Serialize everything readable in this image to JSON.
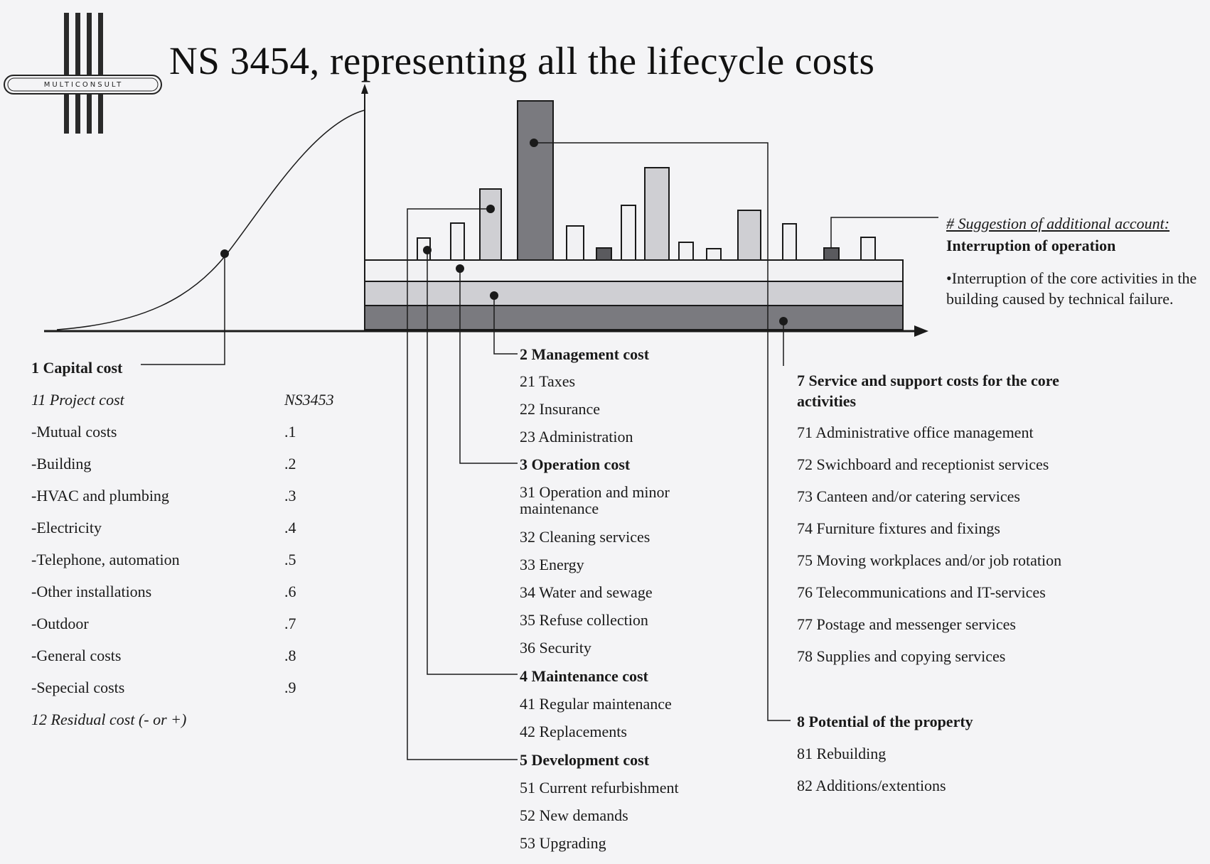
{
  "logo": {
    "text": "MULTICONSULT"
  },
  "title": "NS 3454, representing all the lifecycle costs",
  "colors": {
    "line": "#1a1a1a",
    "bar_light": "#f1f1f3",
    "bar_mid": "#cfcfd3",
    "bar_dark": "#7a7a7f",
    "bar_darker": "#5a5a5e",
    "background": "#f4f4f6"
  },
  "capital": {
    "heading": "1 Capital cost",
    "sub_heading": "11 Project cost",
    "ref_heading": "NS3453",
    "items": [
      {
        "label": "-Mutual costs",
        "code": ".1"
      },
      {
        "label": "-Building",
        "code": ".2"
      },
      {
        "label": "-HVAC and plumbing",
        "code": ".3"
      },
      {
        "label": "-Electricity",
        "code": ".4"
      },
      {
        "label": "-Telephone, automation",
        "code": ".5"
      },
      {
        "label": "-Other installations",
        "code": ".6"
      },
      {
        "label": "-Outdoor",
        "code": ".7"
      },
      {
        "label": "-General costs",
        "code": ".8"
      },
      {
        "label": "-Sepecial costs",
        "code": ".9"
      }
    ],
    "residual": "12 Residual cost (- or +)"
  },
  "middle": {
    "management": {
      "heading": "2 Management cost",
      "items": [
        "21 Taxes",
        "22 Insurance",
        "23 Administration"
      ]
    },
    "operation": {
      "heading": "3 Operation cost",
      "items": [
        "31 Operation and minor maintenance",
        "32 Cleaning services",
        "33 Energy",
        "34 Water and sewage",
        "35 Refuse collection",
        "36 Security"
      ]
    },
    "maintenance": {
      "heading": "4 Maintenance cost",
      "items": [
        "41 Regular maintenance",
        "42 Replacements"
      ]
    },
    "development": {
      "heading": "5 Development cost",
      "items": [
        "51 Current refurbishment",
        "52 New demands",
        "53 Upgrading"
      ]
    }
  },
  "right": {
    "service": {
      "heading": "7 Service and support costs for the core activities",
      "items": [
        "71 Administrative office management",
        "72 Swichboard and receptionist services",
        "73 Canteen and/or catering services",
        "74 Furniture fixtures and fixings",
        "75 Moving workplaces and/or job rotation",
        "76 Telecommunications and IT-services",
        "77 Postage and messenger services",
        "78 Supplies and copying services"
      ]
    },
    "potential": {
      "heading": "8 Potential of the property",
      "items": [
        "81 Rebuilding",
        "82 Additions/extentions"
      ]
    }
  },
  "suggestion": {
    "heading": "# Suggestion of additional account:",
    "title": "Interruption of operation",
    "body": "•Interruption of the core activities in the building caused by technical failure."
  }
}
